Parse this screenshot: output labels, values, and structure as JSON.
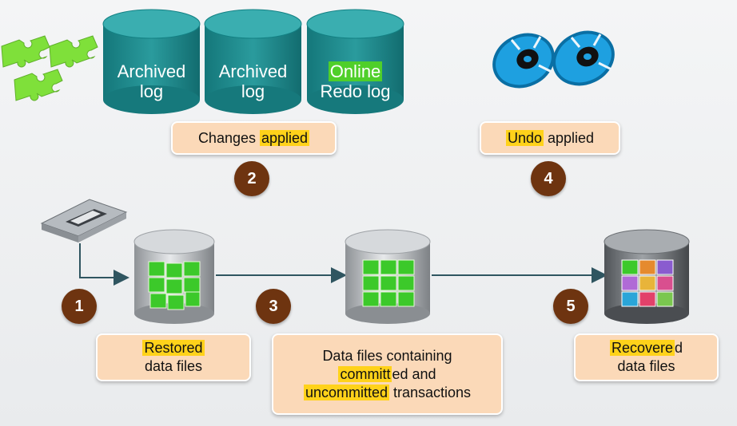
{
  "cylinders": {
    "archived_log_1": [
      "Archived",
      "log"
    ],
    "archived_log_2": [
      "Archived",
      "log"
    ],
    "online_redo_log": [
      "Online",
      "Redo log"
    ]
  },
  "boxes": {
    "changes_applied": {
      "pre": "Changes ",
      "hl": "applied"
    },
    "undo_applied": {
      "hl": "Undo",
      "post": " applied"
    },
    "restored": {
      "hl": "Restored",
      "line2": "data files"
    },
    "containing": {
      "line1": "Data files containing",
      "hl2": "committ",
      "post2": "ed and",
      "hl3": "uncommitted",
      "post3": " transactions"
    },
    "recovered": {
      "hl": "Recovere",
      "post": "d",
      "line2": "data files"
    }
  },
  "steps": [
    "1",
    "2",
    "3",
    "4",
    "5"
  ],
  "colors": {
    "teal": "#1f8a8d",
    "step_brown": "#6e3410",
    "box_fill": "#fbd9b8",
    "highlight": "#ffd21a",
    "puzzle_green": "#3cc92a"
  },
  "icons": [
    "puzzle-pieces-icon",
    "tape-icon",
    "cd-disc-icon"
  ]
}
